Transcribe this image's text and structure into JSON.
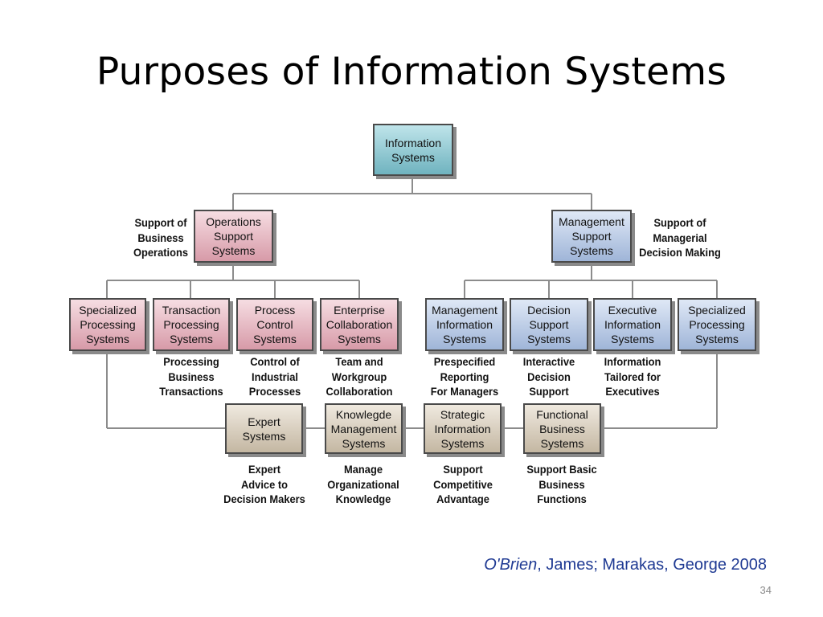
{
  "slide": {
    "title": "Purposes of Information Systems",
    "citation_author": "O'Brien",
    "citation_rest": ", James; Marakas, George 2008",
    "page_number": "34"
  },
  "diagram": {
    "root": "Information\nSystems",
    "operations": "Operations\nSupport\nSystems",
    "management": "Management\nSupport\nSystems",
    "operations_note": "Support of\nBusiness\nOperations",
    "management_note": "Support of\nManagerial\nDecision Making",
    "ops_children": [
      {
        "label": "Specialized\nProcessing\nSystems",
        "desc": ""
      },
      {
        "label": "Transaction\nProcessing\nSystems",
        "desc": "Processing\nBusiness\nTransactions"
      },
      {
        "label": "Process\nControl\nSystems",
        "desc": "Control of\nIndustrial\nProcesses"
      },
      {
        "label": "Enterprise\nCollaboration\nSystems",
        "desc": "Team and\nWorkgroup\nCollaboration"
      }
    ],
    "mgmt_children": [
      {
        "label": "Management\nInformation\nSystems",
        "desc": "Prespecified\nReporting\nFor Managers"
      },
      {
        "label": "Decision\nSupport\nSystems",
        "desc": "Interactive\nDecision\nSupport"
      },
      {
        "label": "Executive\nInformation\nSystems",
        "desc": "Information\nTailored for\nExecutives"
      },
      {
        "label": "Specialized\nProcessing\nSystems",
        "desc": ""
      }
    ],
    "other_systems": [
      {
        "label": "Expert\nSystems",
        "desc": "Expert\nAdvice to\nDecision Makers"
      },
      {
        "label": "Knowlegde\nManagement\nSystems",
        "desc": "Manage\nOrganizational\nKnowledge"
      },
      {
        "label": "Strategic\nInformation\nSystems",
        "desc": "Support\nCompetitive\nAdvantage"
      },
      {
        "label": "Functional\nBusiness\nSystems",
        "desc": "Support Basic\nBusiness\nFunctions"
      }
    ]
  }
}
